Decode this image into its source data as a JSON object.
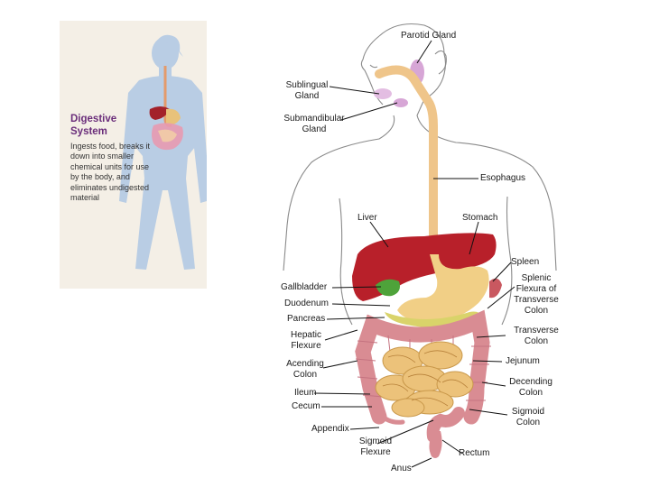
{
  "panel": {
    "title_line1": "Digestive",
    "title_line2": "System",
    "description": "Ingests food, breaks it down into smaller chemical units for use by the body, and eliminates undigested material"
  },
  "labels": {
    "parotid_gland": "Parotid Gland",
    "sublingual_gland_1": "Sublingual",
    "sublingual_gland_2": "Gland",
    "submandibular_gland_1": "Submandibular",
    "submandibular_gland_2": "Gland",
    "esophagus": "Esophagus",
    "liver": "Liver",
    "stomach": "Stomach",
    "spleen": "Spleen",
    "splenic_flexure_1": "Splenic",
    "splenic_flexure_2": "Flexura of",
    "splenic_flexure_3": "Transverse",
    "splenic_flexure_4": "Colon",
    "gallbladder": "Gallbladder",
    "duodenum": "Duodenum",
    "pancreas": "Pancreas",
    "hepatic_flexure_1": "Hepatic",
    "hepatic_flexure_2": "Flexure",
    "transverse_colon_1": "Transverse",
    "transverse_colon_2": "Colon",
    "ascending_colon_1": "Acending",
    "ascending_colon_2": "Colon",
    "jejunum": "Jejunum",
    "ileum": "Ileum",
    "descending_colon_1": "Decending",
    "descending_colon_2": "Colon",
    "cecum": "Cecum",
    "sigmoid_colon_1": "Sigmoid",
    "sigmoid_colon_2": "Colon",
    "appendix": "Appendix",
    "sigmoid_flexure_1": "Sigmoid",
    "sigmoid_flexure_2": "Flexure",
    "rectum": "Rectum",
    "anus": "Anus"
  },
  "colors": {
    "body_outline": "#8a8a8a",
    "silhouette": "#b9cde4",
    "liver": "#b8202a",
    "stomach": "#f1cf86",
    "esophagus": "#efc58a",
    "intestine": "#ecc27a",
    "colon": "#d98c93",
    "gallbladder": "#4ea33a",
    "glands": "#d7a6d6",
    "panel_title": "#6a2d7a"
  }
}
